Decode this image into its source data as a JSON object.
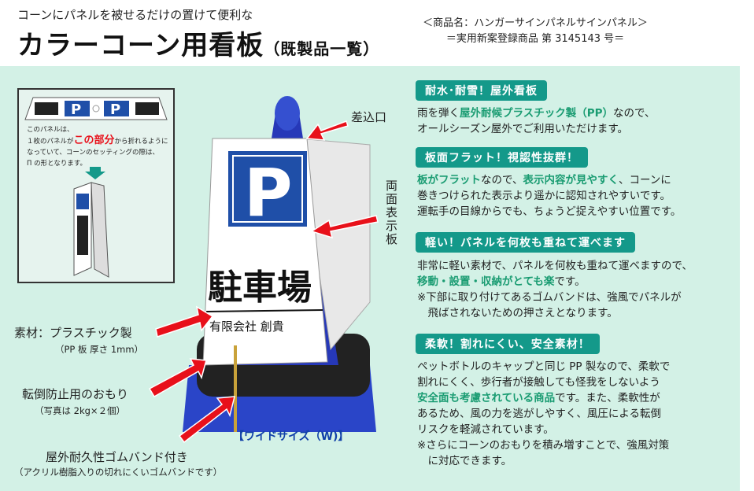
{
  "header": {
    "subtitle": "コーンにパネルを被せるだけの置けて便利な",
    "title": "カラーコーン用看板",
    "title_suffix": "（既製品一覧）",
    "product_name": "＜商品名：ハンガーサインパネルサインパネル＞",
    "registration": "＝実用新案登録商品 第 3145143 号＝"
  },
  "inset": {
    "line1": "このパネルは、",
    "line2a": "１枚のパネルが",
    "line2b": "この部分",
    "line2c": "から折れるように",
    "line3": "なっていて、コーンのセッティングの際は、",
    "line4": "Π の形となります。"
  },
  "sign": {
    "letter": "P",
    "main": "駐車場",
    "company": "有限会社 創貴"
  },
  "callouts": {
    "insert": "差込口",
    "double_sided": "両面表示板",
    "material": "素材：プラスチック製",
    "material_note": "（PP 板 厚さ 1mm）",
    "weight": "転倒防止用のおもり",
    "weight_note": "（写真は 2kg×２個）",
    "band": "屋外耐久性ゴムバンド付き",
    "band_note": "（アクリル樹脂入りの切れにくいゴムバンドです）",
    "size": "【ワイドサイズ（W)】"
  },
  "sections": [
    {
      "heading": "耐水･耐雪！屋外看板",
      "p1a": "雨を弾く",
      "p1b": "屋外耐候プラスチック製（PP）",
      "p1c": "なので、",
      "p2": "オールシーズン屋外でご利用いただけます。"
    },
    {
      "heading": "板面フラット！視認性抜群！",
      "p1a": "板がフラット",
      "p1b": "なので、",
      "p1c": "表示内容が見やすく",
      "p1d": "、コーンに",
      "p2": "巻きつけられた表示より遥かに認知されやすいです。",
      "p3": "運転手の目線からでも、ちょうど捉えやすい位置です。"
    },
    {
      "heading": "軽い！パネルを何枚も重ねて運べます",
      "p1": "非常に軽い素材で、パネルを何枚も重ねて運べますので、",
      "p2a": "移動・設置・収納がとても楽",
      "p2b": "です。",
      "p3": "※下部に取り付けてあるゴムバンドは、強風でパネルが",
      "p4": "　飛ばされないための押さえとなります。"
    },
    {
      "heading": "柔軟！割れにくい、安全素材！",
      "p1": "ペットボトルのキャップと同じ PP 製なので、柔軟で",
      "p2": "割れにくく、歩行者が接触しても怪我をしないよう",
      "p3a": "安全面も考慮されている商品",
      "p3b": "です。また、柔軟性が",
      "p4": "あるため、風の力を逃がしやすく、風圧による転倒",
      "p5": "リスクを軽減されています。",
      "p6": "※さらにコーンのおもりを積み増すことで、強風対策",
      "p7": "　に対応できます。"
    }
  ],
  "colors": {
    "accent": "#14998a",
    "highlight": "#1a9c72",
    "arrow": "#e8101a",
    "sign_blue": "#1f4fa8"
  }
}
